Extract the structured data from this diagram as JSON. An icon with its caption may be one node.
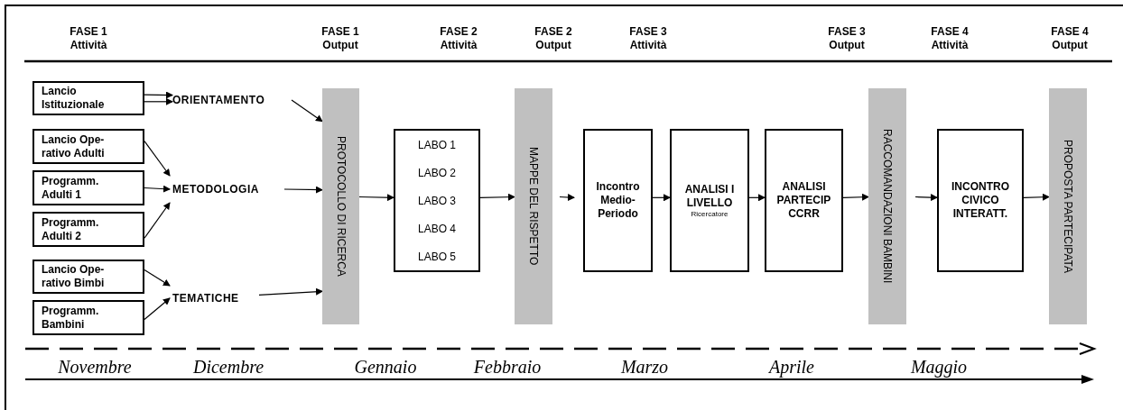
{
  "diagram": {
    "nodes": [
      {
        "text": [
          "Lancio Istituzionale"
        ]
      },
      {
        "text": [
          "Lancio Ope- rativo Adulti"
        ]
      },
      {
        "text": [
          "Programm. Adulti 1"
        ]
      },
      {
        "text": [
          "Programm. Adulti 2"
        ]
      },
      {
        "text": [
          "Lancio Ope- rativo Bimbi"
        ]
      },
      {
        "text": [
          "Programm. Bambini"
        ]
      },
      {
        "text": [
          "ORIENTAMENTO"
        ]
      },
      {
        "text": [
          "METODOLOGIA"
        ]
      },
      {
        "text": [
          "TEMATICHE"
        ]
      },
      {
        "text": [
          "PROTOCOLLO DI RICERCA"
        ]
      },
      {
        "text": [
          "LABO 1",
          "LABO 2",
          "LABO 3",
          "LABO 4",
          "LABO 5"
        ]
      },
      {
        "text": [
          "MAPPE DEL RISPETTO"
        ]
      },
      {
        "text": [
          "Incontro Medio- Periodo"
        ]
      },
      {
        "text": [
          "ANALISI I LIVELLO",
          "Ricercatore"
        ]
      },
      {
        "text": [
          "ANALISI PARTECIP CCRR"
        ]
      },
      {
        "text": [
          "RACCOMANDAZIONI BAMBINI"
        ]
      },
      {
        "text": [
          "INCONTRO CIVICO INTERATT."
        ]
      },
      {
        "text": [
          "PROPOSTA PARTECIPATA"
        ]
      }
    ],
    "edges": [
      {
        "from": 0,
        "to": 6,
        "arrow": "to"
      },
      {
        "from": 0,
        "to": 6,
        "arrow": "to"
      },
      {
        "from": 6,
        "to": 9,
        "arrow": "to"
      },
      {
        "from": 1,
        "to": 7,
        "arrow": "to"
      },
      {
        "from": 2,
        "to": 7,
        "arrow": "to"
      },
      {
        "from": 3,
        "to": 7,
        "arrow": "to"
      },
      {
        "from": 7,
        "to": 9,
        "arrow": "to"
      },
      {
        "from": 4,
        "to": 8,
        "arrow": "to"
      },
      {
        "from": 5,
        "to": 8,
        "arrow": "to"
      },
      {
        "from": 8,
        "to": 9,
        "arrow": "to"
      },
      {
        "from": 9,
        "to": 10,
        "arrow": "to"
      },
      {
        "from": 10,
        "to": 11,
        "arrow": "to"
      },
      {
        "from": 11,
        "to": 12,
        "arrow": "to"
      },
      {
        "from": 12,
        "to": 13,
        "arrow": "to"
      },
      {
        "from": 13,
        "to": 14,
        "arrow": "to"
      },
      {
        "from": 14,
        "to": 15,
        "arrow": "to"
      },
      {
        "from": 15,
        "to": 16,
        "arrow": "to"
      },
      {
        "from": 16,
        "to": 17,
        "arrow": "to"
      }
    ],
    "labels": [
      "FASE 1 Attività",
      "FASE 1 Output",
      "FASE 2 Attività",
      "FASE 2 Output",
      "FASE 3 Attività",
      "FASE 3 Output",
      "FASE 4 Attività",
      "FASE 4 Output",
      "Novembre",
      "Dicembre",
      "Gennaio",
      "Febbraio",
      "Marzo",
      "Aprile",
      "Maggio"
    ]
  }
}
